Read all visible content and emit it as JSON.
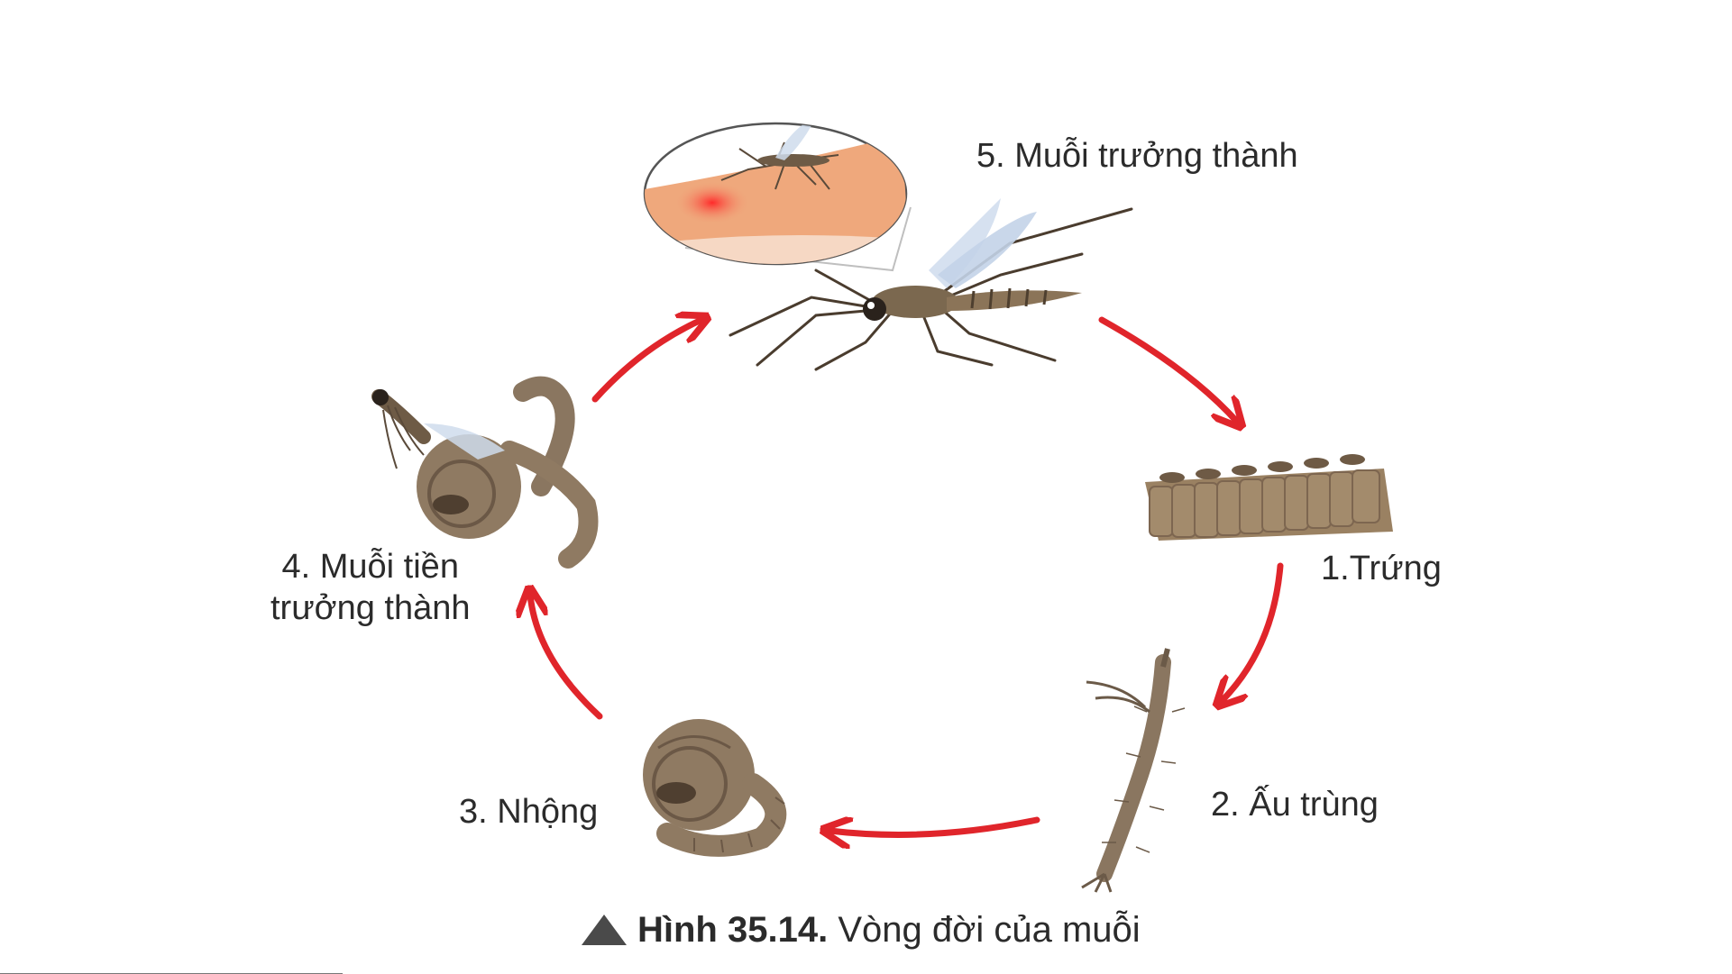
{
  "diagram": {
    "stages": {
      "adult": "5. Muỗi trưởng thành",
      "egg": "1.Trứng",
      "larva": "2. Ấu trùng",
      "pupa": "3. Nhộng",
      "pre_adult_line1": "4. Muỗi tiền",
      "pre_adult_line2": "trưởng thành"
    },
    "caption": {
      "figure_number": "Hình 35.14.",
      "text": "Vòng đời của muỗi"
    },
    "colors": {
      "arrow": "#e0252b",
      "body": "#8a7660",
      "skin": "#efa87c",
      "text": "#2b2b2b"
    }
  }
}
